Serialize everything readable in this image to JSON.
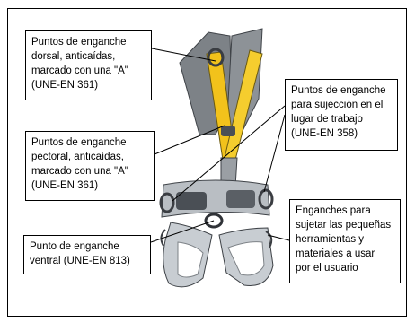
{
  "callouts": {
    "dorsal": "Puntos de enganche\ndorsal, anticaídas,\nmarcado con una \"A\"\n(UNE-EN 361)",
    "pectoral": "Puntos de enganche\npectoral, anticaídas,\nmarcado con una \"A\"\n(UNE-EN 361)",
    "ventral": "Punto de enganche\nventral (UNE-EN 813)",
    "sujecion": "Puntos de enganche\npara sujección en el\nlugar de trabajo\n(UNE-EN 358)",
    "herramientas": "Enganches para\nsujetar las pequeñas\nherramientas y\nmateriales a usar\npor el usuario"
  },
  "colors": {
    "strap_yellow": "#f2c21b",
    "strap_grey": "#8a8f94",
    "padding_light": "#c8cdd2",
    "buckle": "#4a4f55"
  }
}
